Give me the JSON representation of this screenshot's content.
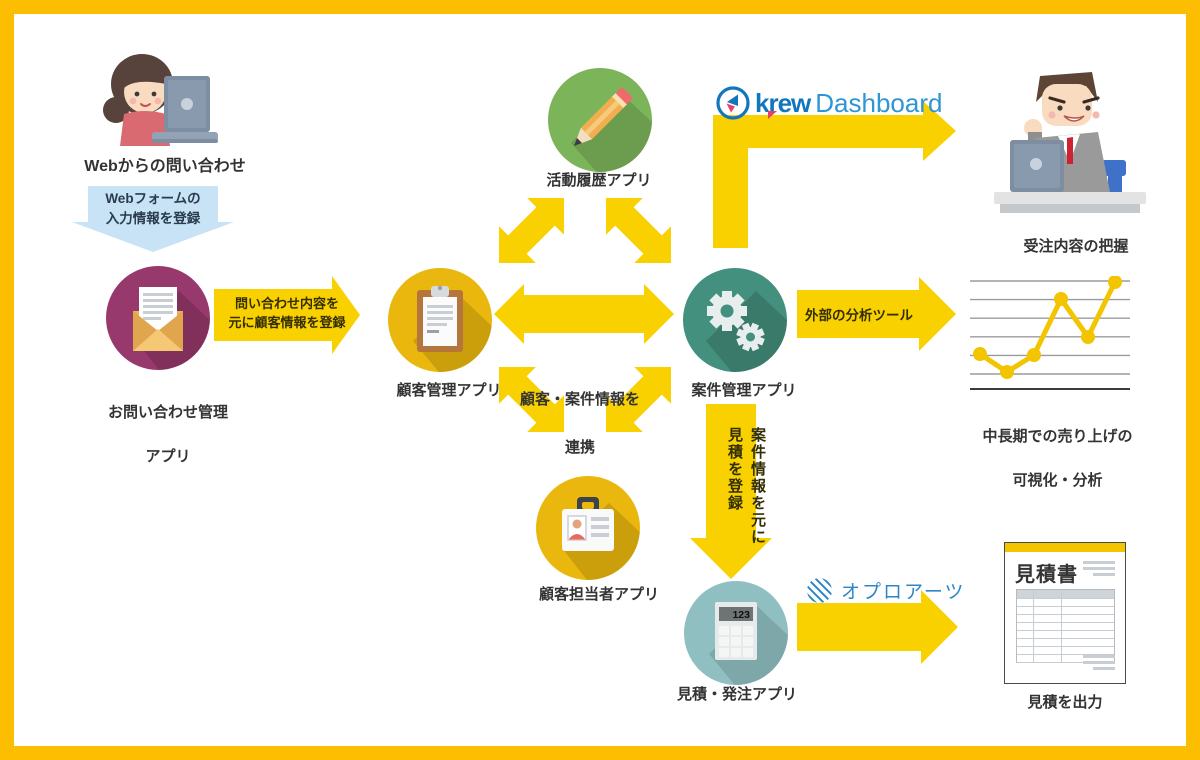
{
  "colors": {
    "frame": "#FDBD00",
    "arrow_yellow": "#F9D000",
    "web_form_arrow_bg": "#C7E3F5",
    "inquiry_circle": "#97396C",
    "customer_circle": "#E9B70D",
    "activity_circle": "#7CB45A",
    "case_circle": "#43907E",
    "estimate_circle": "#90BFC2",
    "chart_line": "#F2C500",
    "krew_blue": "#1176BD",
    "krew_light_blue": "#2E96D4",
    "krew_pink": "#E83F6B",
    "opro_blue": "#2E86C8",
    "label_text": "#333333"
  },
  "nodes": {
    "web_inquiry": {
      "label": "Webからの問い合わせ"
    },
    "web_form_arrow": {
      "line1": "Webフォームの",
      "line2": "入力情報を登録"
    },
    "inquiry_app": {
      "line1": "お問い合わせ管理",
      "line2": "アプリ"
    },
    "register_customer_arrow": {
      "line1": "問い合わせ内容を",
      "line2": "元に顧客情報を登録"
    },
    "customer_app": {
      "label": "顧客管理アプリ"
    },
    "activity_app": {
      "label": "活動履歴アプリ"
    },
    "case_app": {
      "label": "案件管理アプリ"
    },
    "contact_app": {
      "label": "顧客担当者アプリ"
    },
    "estimate_app": {
      "label": "見積・発注アプリ",
      "calc_display": "123"
    },
    "link_note": {
      "line1": "顧客・案件情報を",
      "line2": "連携"
    },
    "external_tool_arrow": {
      "label": "外部の分析ツール"
    },
    "register_estimate_arrow": {
      "col1": "案件情報を元に",
      "col2": "見積を登録"
    },
    "order_grasp": {
      "label": "受注内容の把握"
    },
    "sales_chart": {
      "line1": "中長期での売り上げの",
      "line2": "可視化・分析"
    },
    "quote_doc": {
      "title": "見積書",
      "label": "見積を出力"
    }
  },
  "logos": {
    "krew": {
      "name": "krew",
      "product": "Dashboard"
    },
    "opro": {
      "text": "オプロアーツ"
    }
  },
  "chart_data": {
    "type": "line",
    "x": [
      1,
      2,
      3,
      4,
      5,
      6
    ],
    "values": [
      35,
      17,
      34,
      90,
      52,
      107
    ],
    "ylim": [
      0,
      115
    ],
    "grid": true,
    "gridline_count": 6,
    "title": "",
    "xlabel": "",
    "ylabel": "",
    "legend_position": "none"
  }
}
